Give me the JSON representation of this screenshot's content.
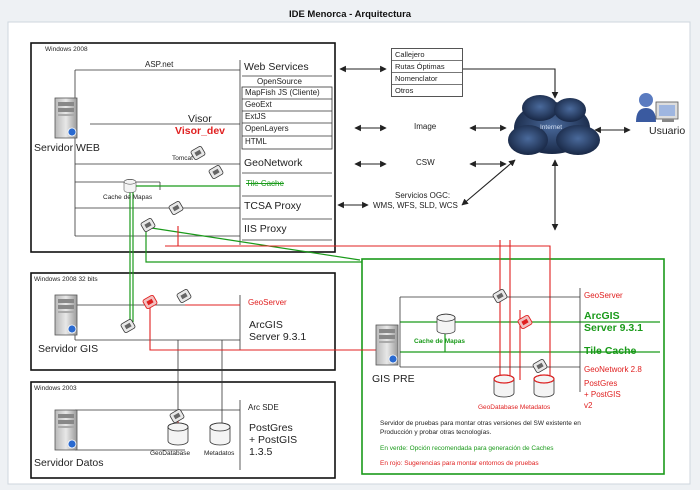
{
  "title": "IDE Menorca - Arquitectura",
  "boxes": {
    "web": "Windows 2008",
    "gis": "Windows 2008 32 bits",
    "datos": "Windows 2003"
  },
  "servers": {
    "web": "Servidor WEB",
    "gis": "Servidor GIS",
    "datos": "Servidor Datos",
    "gis_pre": "GIS PRE"
  },
  "web_stack": {
    "aspnet": "ASP.net",
    "web_services": "Web Services",
    "opensource": "OpenSource",
    "components": [
      "MapFish JS (Cliente)",
      "GeoExt",
      "ExtJS",
      "OpenLayers",
      "HTML"
    ],
    "visor": "Visor",
    "visor_dev": "Visor_dev",
    "tomcat": "Tomcat",
    "geonetwork": "GeoNetwork",
    "tile_cache": "Tile Cache",
    "cache_mapas": "Cache de Mapas",
    "tcsa_proxy": "TCSA Proxy",
    "iis_proxy": "IIS Proxy"
  },
  "services_list": [
    "Callejero",
    "Rutas Óptimas",
    "Nomenclator",
    "Otros"
  ],
  "middle": {
    "image": "Image",
    "csw": "CSW",
    "ogc": "Servicios OGC:",
    "ogc_list": "WMS, WFS, SLD, WCS"
  },
  "internet": "Internet",
  "usuario": "Usuario",
  "gis_box": {
    "geoserver": "GeoServer",
    "arcgis": "ArcGIS",
    "arcgis_version": "Server 9.3.1"
  },
  "datos_box": {
    "arcsde": "Arc SDE",
    "postgres": "PostGres",
    "postgis": "+ PostGIS",
    "postgis_version": "1.3.5",
    "geodatabase": "GeoDatabase",
    "metadatos": "Metadatos"
  },
  "pre_box": {
    "geoserver": "GeoServer",
    "arcgis": "ArcGIS",
    "arcgis_version": "Server 9.3.1",
    "tile_cache": "Tile Cache",
    "cache_mapas": "Cache de Mapas",
    "geonetwork": "GeoNetwork 2.8",
    "postgres": "PostGres",
    "postgis": "+ PostGIS",
    "postgis_version": "v2",
    "geodatabase_metadatos": "GeoDatabase Metadatos",
    "note": "Servidor de pruebas para montar otras versiones del SW existente en",
    "note2": "Producción y probar otras tecnologías.",
    "legend_green": "En verde: Opción recomendada para generación de Caches",
    "legend_red": "En rojo: Sugerencias para montar entornos de pruebas"
  },
  "colors": {
    "green": "#1a9a1a",
    "red": "#e02020",
    "cloud": "#1d2f52"
  }
}
